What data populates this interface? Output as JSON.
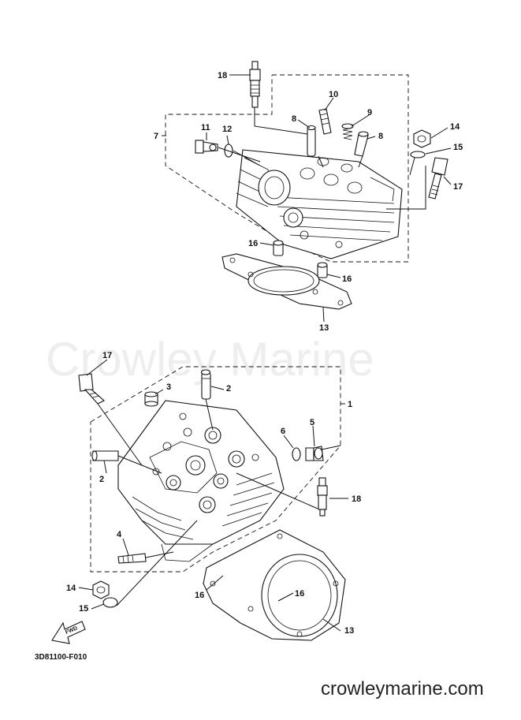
{
  "diagram": {
    "watermark": "Crowley Marine",
    "website": "crowleymarine.com",
    "part_code": "3D81100-F010",
    "fwd_label": "FWD"
  },
  "callouts": {
    "upper_18": "18",
    "upper_10": "10",
    "upper_9": "9",
    "upper_8a": "8",
    "upper_8b": "8",
    "upper_7": "7",
    "upper_11": "11",
    "upper_12": "12",
    "upper_14": "14",
    "upper_15": "15",
    "upper_17": "17",
    "upper_16a": "16",
    "upper_16b": "16",
    "upper_13": "13",
    "lower_17": "17",
    "lower_3": "3",
    "lower_2a": "2",
    "lower_1": "1",
    "lower_6": "6",
    "lower_5": "5",
    "lower_2b": "2",
    "lower_18": "18",
    "lower_4": "4",
    "lower_14": "14",
    "lower_15": "15",
    "lower_16a": "16",
    "lower_16b": "16",
    "lower_13": "13"
  }
}
